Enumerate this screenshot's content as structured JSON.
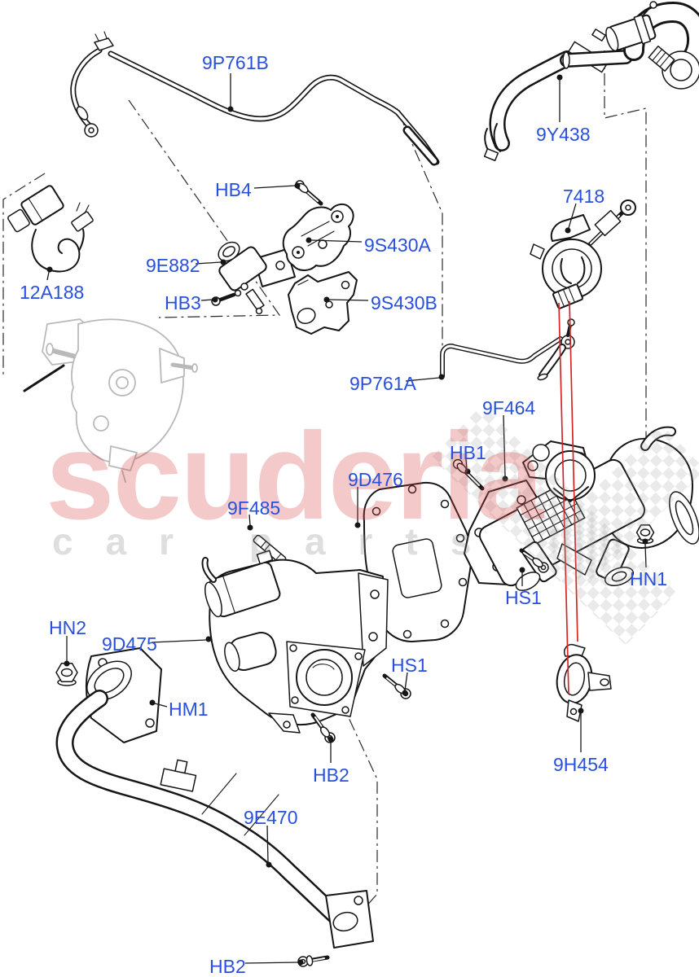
{
  "watermark": {
    "brand": "scuderia",
    "subtitle": "car parts"
  },
  "theme": {
    "label_color": "#2850dc",
    "line_color": "#161616",
    "highlight_color": "#d42525",
    "watermark_pink": "rgba(214,62,62,0.28)",
    "watermark_gray": "rgba(125,125,125,0.25)"
  },
  "diagram": {
    "description": "Exploded parts diagram: EGR valve, EGR cooler, vacuum pipes and turbocharger hose",
    "labels": [
      {
        "text": "9P761B"
      },
      {
        "text": "9Y438"
      },
      {
        "text": "HB4"
      },
      {
        "text": "9S430A"
      },
      {
        "text": "9E882"
      },
      {
        "text": "HB3"
      },
      {
        "text": "9S430B"
      },
      {
        "text": "12A188"
      },
      {
        "text": "7418"
      },
      {
        "text": "9P761A"
      },
      {
        "text": "9F464"
      },
      {
        "text": "HB1"
      },
      {
        "text": "9D476"
      },
      {
        "text": "9F485"
      },
      {
        "text": "HN1"
      },
      {
        "text": "HS1"
      },
      {
        "text": "HN2"
      },
      {
        "text": "9D475"
      },
      {
        "text": "HS1"
      },
      {
        "text": "HM1"
      },
      {
        "text": "HB2"
      },
      {
        "text": "9E470"
      },
      {
        "text": "9H454"
      },
      {
        "text": "HB2"
      }
    ]
  }
}
